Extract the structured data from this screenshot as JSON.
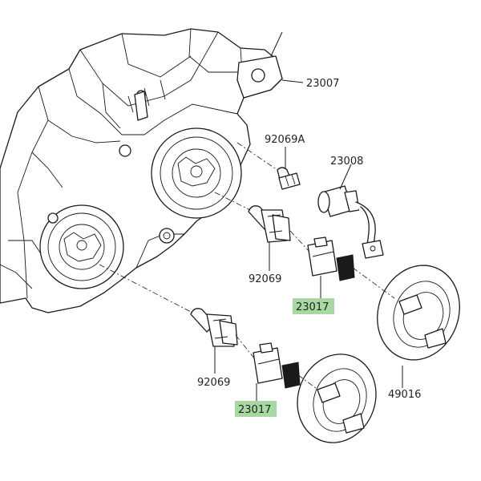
{
  "diagram": {
    "title": "Headlight assembly parts diagram",
    "highlight_color": "#a7d8a2",
    "line_color": "#1a1a1a",
    "parts": [
      {
        "id": "23007",
        "label": "23007",
        "highlighted": false
      },
      {
        "id": "92069A",
        "label": "92069A",
        "highlighted": false
      },
      {
        "id": "23008",
        "label": "23008",
        "highlighted": false
      },
      {
        "id": "92069-upper",
        "label": "92069",
        "highlighted": false
      },
      {
        "id": "23017-upper",
        "label": "23017",
        "highlighted": true
      },
      {
        "id": "49016",
        "label": "49016",
        "highlighted": false
      },
      {
        "id": "92069-lower",
        "label": "92069",
        "highlighted": false
      },
      {
        "id": "23017-lower",
        "label": "23017",
        "highlighted": true
      }
    ]
  }
}
